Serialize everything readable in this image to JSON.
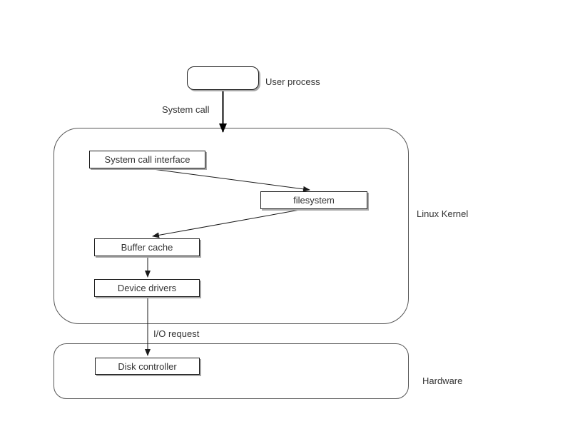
{
  "diagram": {
    "boxes": {
      "system_call_interface": "System call interface",
      "filesystem": "filesystem",
      "buffer_cache": "Buffer cache",
      "device_drivers": "Device drivers",
      "disk_controller": "Disk controller"
    },
    "labels": {
      "user_process": "User process",
      "linux_kernel": "Linux Kernel",
      "hardware": "Hardware"
    },
    "edge_labels": {
      "system_call": "System call",
      "io_request": "I/O request"
    },
    "colors": {
      "background": "#ffffff",
      "connector_line": "#1a1a1a",
      "box_border": "#1c1c1c",
      "box_shadow": "#a8a8a8",
      "container_border": "#565656",
      "text": "#333333"
    }
  }
}
